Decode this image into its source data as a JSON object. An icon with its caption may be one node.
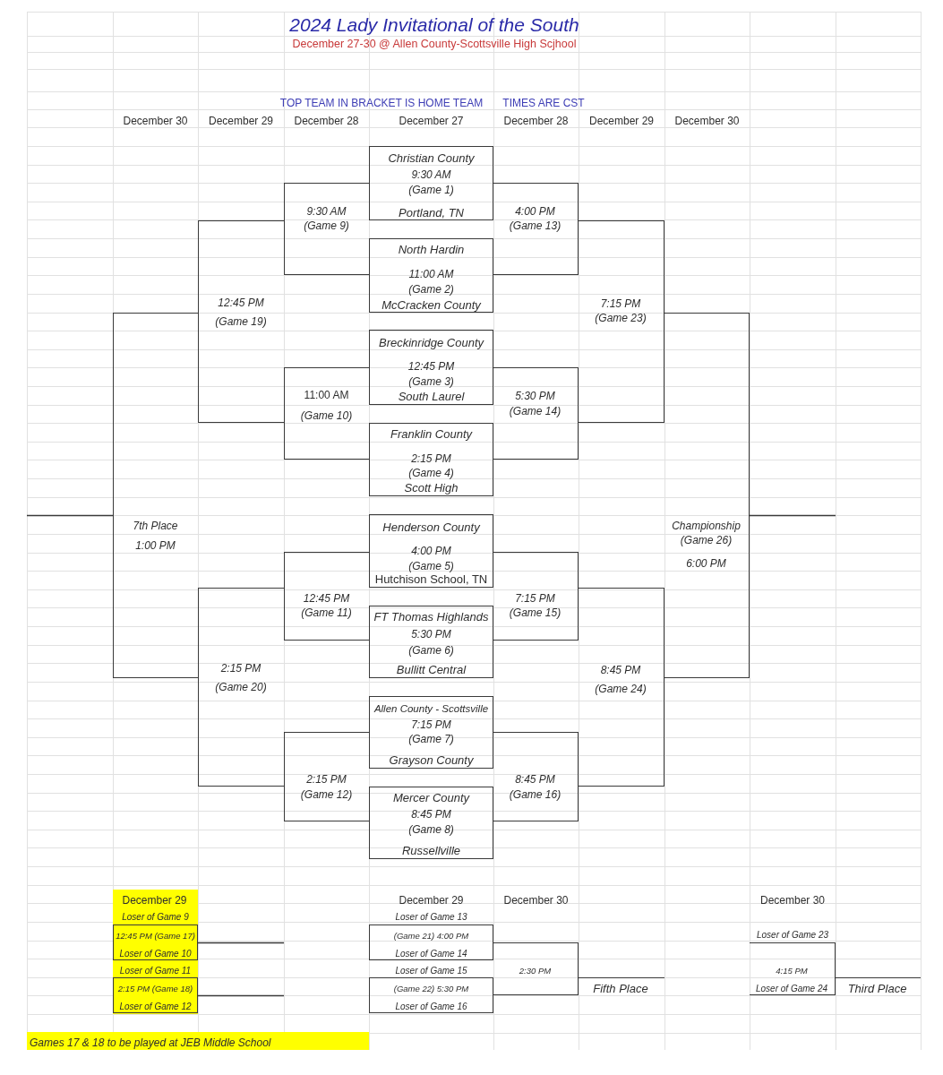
{
  "diagram": {
    "title": "2024 Lady Invitational of the South",
    "nodes": [
      {
        "text": [
          "Christian County",
          "9:30 AM",
          "(Game 1)",
          "Portland, TN"
        ]
      },
      {
        "text": [
          "9:30 AM",
          "(Game 9)"
        ]
      },
      {
        "text": [
          "4:00 PM",
          "(Game 13)"
        ]
      },
      {
        "text": [
          "12:45 PM",
          "(Game 19)"
        ]
      },
      {
        "text": [
          "7:15 PM",
          "(Game 23)"
        ]
      },
      {
        "text": [
          "North Hardin",
          "11:00 AM",
          "(Game 2)",
          "McCracken County"
        ]
      },
      {
        "text": [
          "7th Place",
          "1:00 PM"
        ]
      },
      {
        "text": [
          "Championship",
          "(Game 26)",
          "6:00 PM"
        ]
      },
      {
        "text": [
          "Breckinridge County",
          "12:45 PM",
          "(Game 3)",
          "South Laurel"
        ]
      },
      {
        "text": [
          "11:00 AM",
          "(Game 10)"
        ]
      },
      {
        "text": [
          "5:30 PM",
          "(Game 14)"
        ]
      },
      {
        "text": [
          "Franklin County",
          "2:15 PM",
          "(Game 4)",
          "Scott High"
        ]
      },
      {
        "text": [
          "Henderson County",
          "4:00 PM",
          "(Game 5)",
          "Hutchison School, TN"
        ]
      },
      {
        "text": [
          "12:45 PM",
          "(Game 11)"
        ]
      },
      {
        "text": [
          "7:15 PM",
          "(Game 15)"
        ]
      },
      {
        "text": [
          "2:15 PM",
          "(Game 20)"
        ]
      },
      {
        "text": [
          "8:45 PM",
          "(Game 24)"
        ]
      },
      {
        "text": [
          "FT Thomas Highlands",
          "5:30 PM",
          "(Game 6)",
          "Bullitt Central"
        ]
      },
      {
        "text": [
          "Allen County - Scottsville",
          "7:15 PM",
          "(Game 7)",
          "Grayson County"
        ]
      },
      {
        "text": [
          "2:15 PM",
          "(Game 12)"
        ]
      },
      {
        "text": [
          "8:45 PM",
          "(Game 16)"
        ]
      },
      {
        "text": [
          "Mercer County",
          "8:45 PM",
          "(Game 8)",
          "Russellville"
        ]
      },
      {
        "text": [
          "December 29"
        ]
      },
      {
        "text": [
          "12:45 PM (Game 17)",
          "Loser of Game 10"
        ],
        "in": 22,
        "beside": [
          "Loser of Game 9"
        ]
      },
      {
        "text": [
          "(Game 21) 4:00 PM",
          "Loser of Game 14"
        ],
        "beside": [
          "Loser of Game 13"
        ]
      },
      {
        "text": [
          "2:30 PM"
        ]
      },
      {
        "text": [
          "4:15 PM",
          "Loser of Game 24"
        ],
        "beside": [
          "Loser of Game 23"
        ]
      },
      {
        "text": [
          "2:15 PM (Game 18)",
          "Loser of Game 12"
        ],
        "in": 22,
        "beside": [
          "Loser of Game 11"
        ]
      },
      {
        "text": [
          "(Game 22) 5:30 PM",
          "Loser of Game 16"
        ],
        "beside": [
          "Loser of Game 15"
        ]
      },
      {
        "text": [
          "Fifth Place"
        ]
      },
      {
        "text": [
          "Third Place"
        ]
      },
      {
        "text": [
          "Games 17 & 18 to be played at JEB Middle School"
        ]
      }
    ],
    "edges": [
      {
        "from": 6,
        "to": null,
        "arrow": "none"
      },
      {
        "from": 7,
        "to": null,
        "arrow": "none"
      },
      {
        "from": 23,
        "to": null,
        "arrow": "none"
      },
      {
        "from": 27,
        "to": null,
        "arrow": "none"
      }
    ],
    "labels": [
      "December 27-30 @ Allen County-Scottsville High Scjhool",
      "TOP TEAM IN BRACKET IS HOME TEAM",
      "TIMES ARE CST",
      "December 30",
      "December 29",
      "December 28",
      "December 27",
      "December 28",
      "December 29",
      "December 30",
      "December 29",
      "December 30",
      "December 30"
    ]
  }
}
